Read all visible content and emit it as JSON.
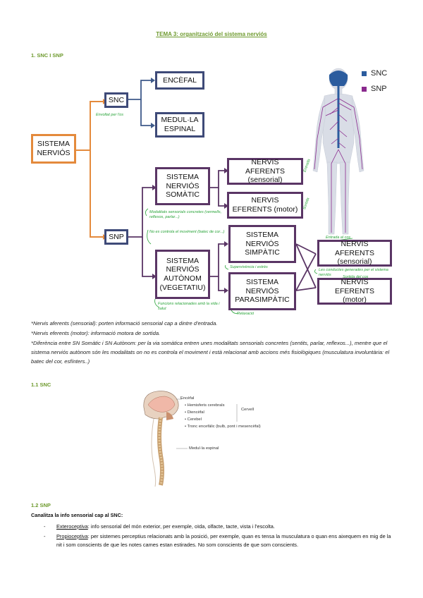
{
  "doc": {
    "title": "TEMA 3: organització del sistema nerviós",
    "section1": "1. SNC I SNP",
    "section11": "1.1 SNC",
    "section12": "1.2 SNP"
  },
  "diagram": {
    "sistema": "SISTEMA NERVIÓS",
    "snc": "SNC",
    "snp": "SNP",
    "encefal": "ENCÈFAL",
    "medulla": "MEDUL·LA ESPINAL",
    "somatic": "SISTEMA NERVIÓS SOMÀTIC",
    "autonom": "SISTEMA NERVIÓS AUTÒNOM (VEGETATIU)",
    "aferents1": "NERVIS AFERENTS (sensorial)",
    "eferents1": "NERVIS EFERENTS (motor)",
    "simpatic": "SISTEMA NERVIÓS SIMPÀTIC",
    "parasimpatic": "SISTEMA NERVIÓS PARASIMPÀTIC",
    "aferents2": "NERVIS AFERENTS (sensorial)",
    "eferents2": "NERVIS EFERENTS (motor)",
    "legend_snc": "SNC",
    "legend_snp": "SNP",
    "colors": {
      "snc": "#2b5c9e",
      "snp": "#8a2a8e",
      "green": "#2aa43a"
    }
  },
  "handwriting": {
    "h1": "Envoltat per l'os",
    "h2": "Entrada",
    "h3": "Sortida",
    "h4": "Modalitats sensorials concretes (vermells, reflexos, parlar...)",
    "h5": "No es controla el moviment (batec de cor...)",
    "h6": "Supervivència i estrès",
    "h7": "Relaxació",
    "h8": "Funcions relacionades amb la vida i salut",
    "h9": "Entrada al cos",
    "h10": "Les conductes generades per el sistema nerviós",
    "h11": "Sortida del cos"
  },
  "notes": {
    "n1": "*Nervis aferents (sensorial): porten informació sensorial cap a dintre d'entrada.",
    "n2": "*Nervis eferents (motor): informació motora de sortida.",
    "n3": "*Diferència entre SN Somàtic i SN Autònom: per la via somàtica entren unes modalitats sensorials concretes (sentits, parlar, reflexos...), mentre que el sistema nerviós autònom són les modalitats on no es controla el moviment i està relacionat amb accions més fisiològiques (musculatura involuntària: el batec del cor, esfínters..)"
  },
  "brain_labels": {
    "encefal": "Encèfal",
    "hem": "Hemisferis cerebrals",
    "dien": "Diencèfal",
    "cereb": "Cerebel",
    "tronc": "Tronc encefàlic (bulb, pont i mesencèfal)",
    "cervell": "Cervell",
    "medulla": "Medul·la espinal"
  },
  "snp_text": {
    "intro": "Canalitza la info sensorial cap al SNC:",
    "ext_term": "Exteroceptiva",
    "ext_text": ": info sensorial del món exterior, per exemple, oïda, olfacte, tacte, vista i l'escolta.",
    "prop_term": "Propioceptiva",
    "prop_text": ": per sistemes perceptius relacionats amb la posició, per exemple, quan es tensa la musculatura o quan ens aixequem en mig de la nit i som conscients de que les notes cames estan estirades. No som conscients de que som conscients."
  }
}
